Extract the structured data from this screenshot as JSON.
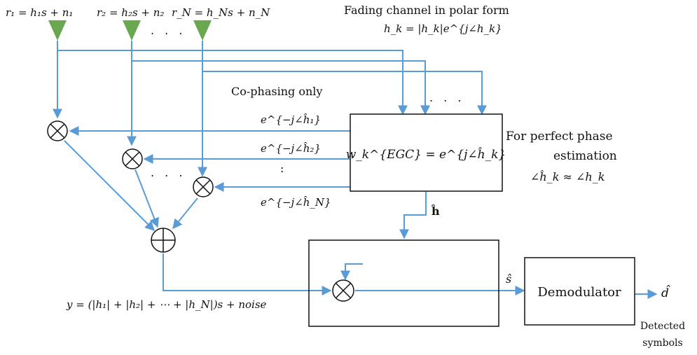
{
  "colors": {
    "wire": "#5b9bd5",
    "antenna": "#6aa84f",
    "box_stroke": "#111111",
    "text": "#111111"
  },
  "antennas": [
    {
      "label": "r₁ = h₁s + n₁"
    },
    {
      "label": "r₂ = h₂s + n₂"
    },
    {
      "label": "r_N = h_Ns + n_N"
    }
  ],
  "antenna_ellipsis": ". . .",
  "channel_note": {
    "line1": "Fading channel in polar form",
    "line2": "h_k = |h_k|e^{j∠h_k}"
  },
  "cophasing_label": "Co-phasing only",
  "top_ellipsis": ". . .",
  "phase_signals": [
    "e^{−j∠ĥ₁}",
    "e^{−j∠ĥ₂}",
    "e^{−j∠ĥ_N}"
  ],
  "vertical_dots": ":",
  "multiplier_ellipsis": ". . .",
  "weight_box": {
    "formula": "w_k^{EGC} = e^{j∠ĥ_k}"
  },
  "estimation_note": {
    "line1": "For perfect phase",
    "line2": "estimation",
    "line3": "∠ĥ_k ≈ ∠h_k"
  },
  "h_hat_label": "ĥ",
  "combiner_output": "y = (|h₁| + |h₂| + ⋯ + |h_N|)s + noise",
  "s_hat_label": "ŝ",
  "demodulator": {
    "label": "Demodulator"
  },
  "d_hat_label": "d̂",
  "detected": {
    "line1": "Detected",
    "line2": "symbols"
  }
}
